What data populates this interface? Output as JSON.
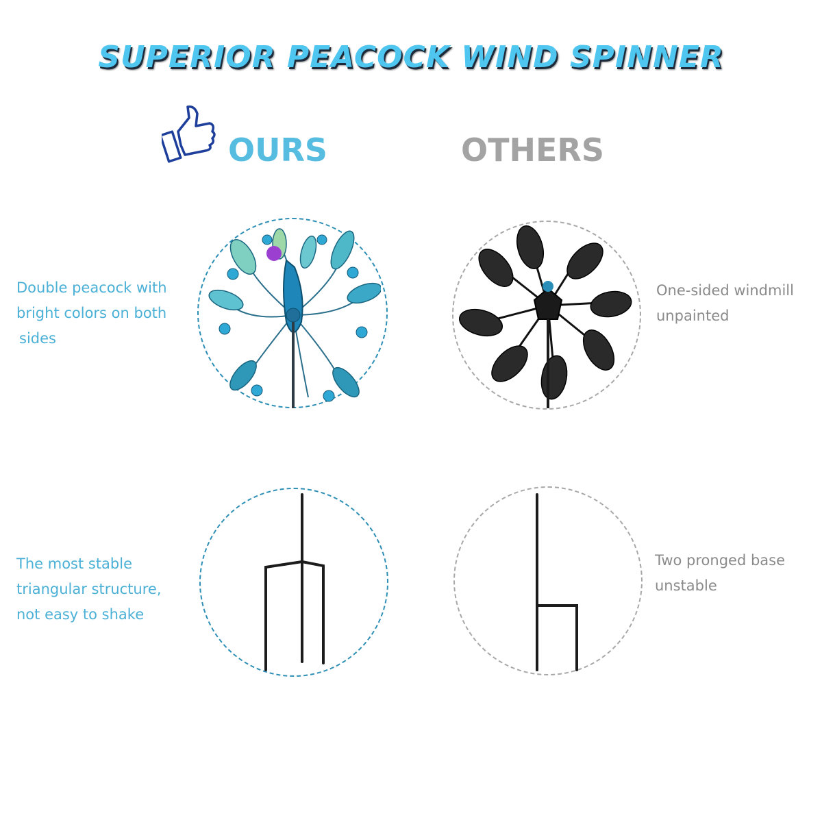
{
  "title": "SUPERIOR PEACOCK WIND SPINNER",
  "columns": {
    "ours": "OURS",
    "others": "OTHERS"
  },
  "rows": [
    {
      "ours_text": [
        "Double peacock with",
        "bright colors on both",
        "sides"
      ],
      "others_text": [
        "One-sided windmill",
        "unpainted"
      ]
    },
    {
      "ours_text": [
        "The most stable",
        "triangular structure,",
        "not easy to shake"
      ],
      "others_text": [
        "Two pronged base",
        "unstable"
      ]
    }
  ],
  "icons": {
    "thumb": "thumbs-up-icon",
    "peacock": "peacock-spinner-illustration",
    "windmill": "black-leaf-windmill-illustration",
    "tripod": "three-prong-stake-illustration",
    "bipod": "two-prong-stake-illustration"
  },
  "colors": {
    "accent": "#4fc6ef",
    "ours": "#56bde0",
    "others": "#a3a3a3"
  }
}
